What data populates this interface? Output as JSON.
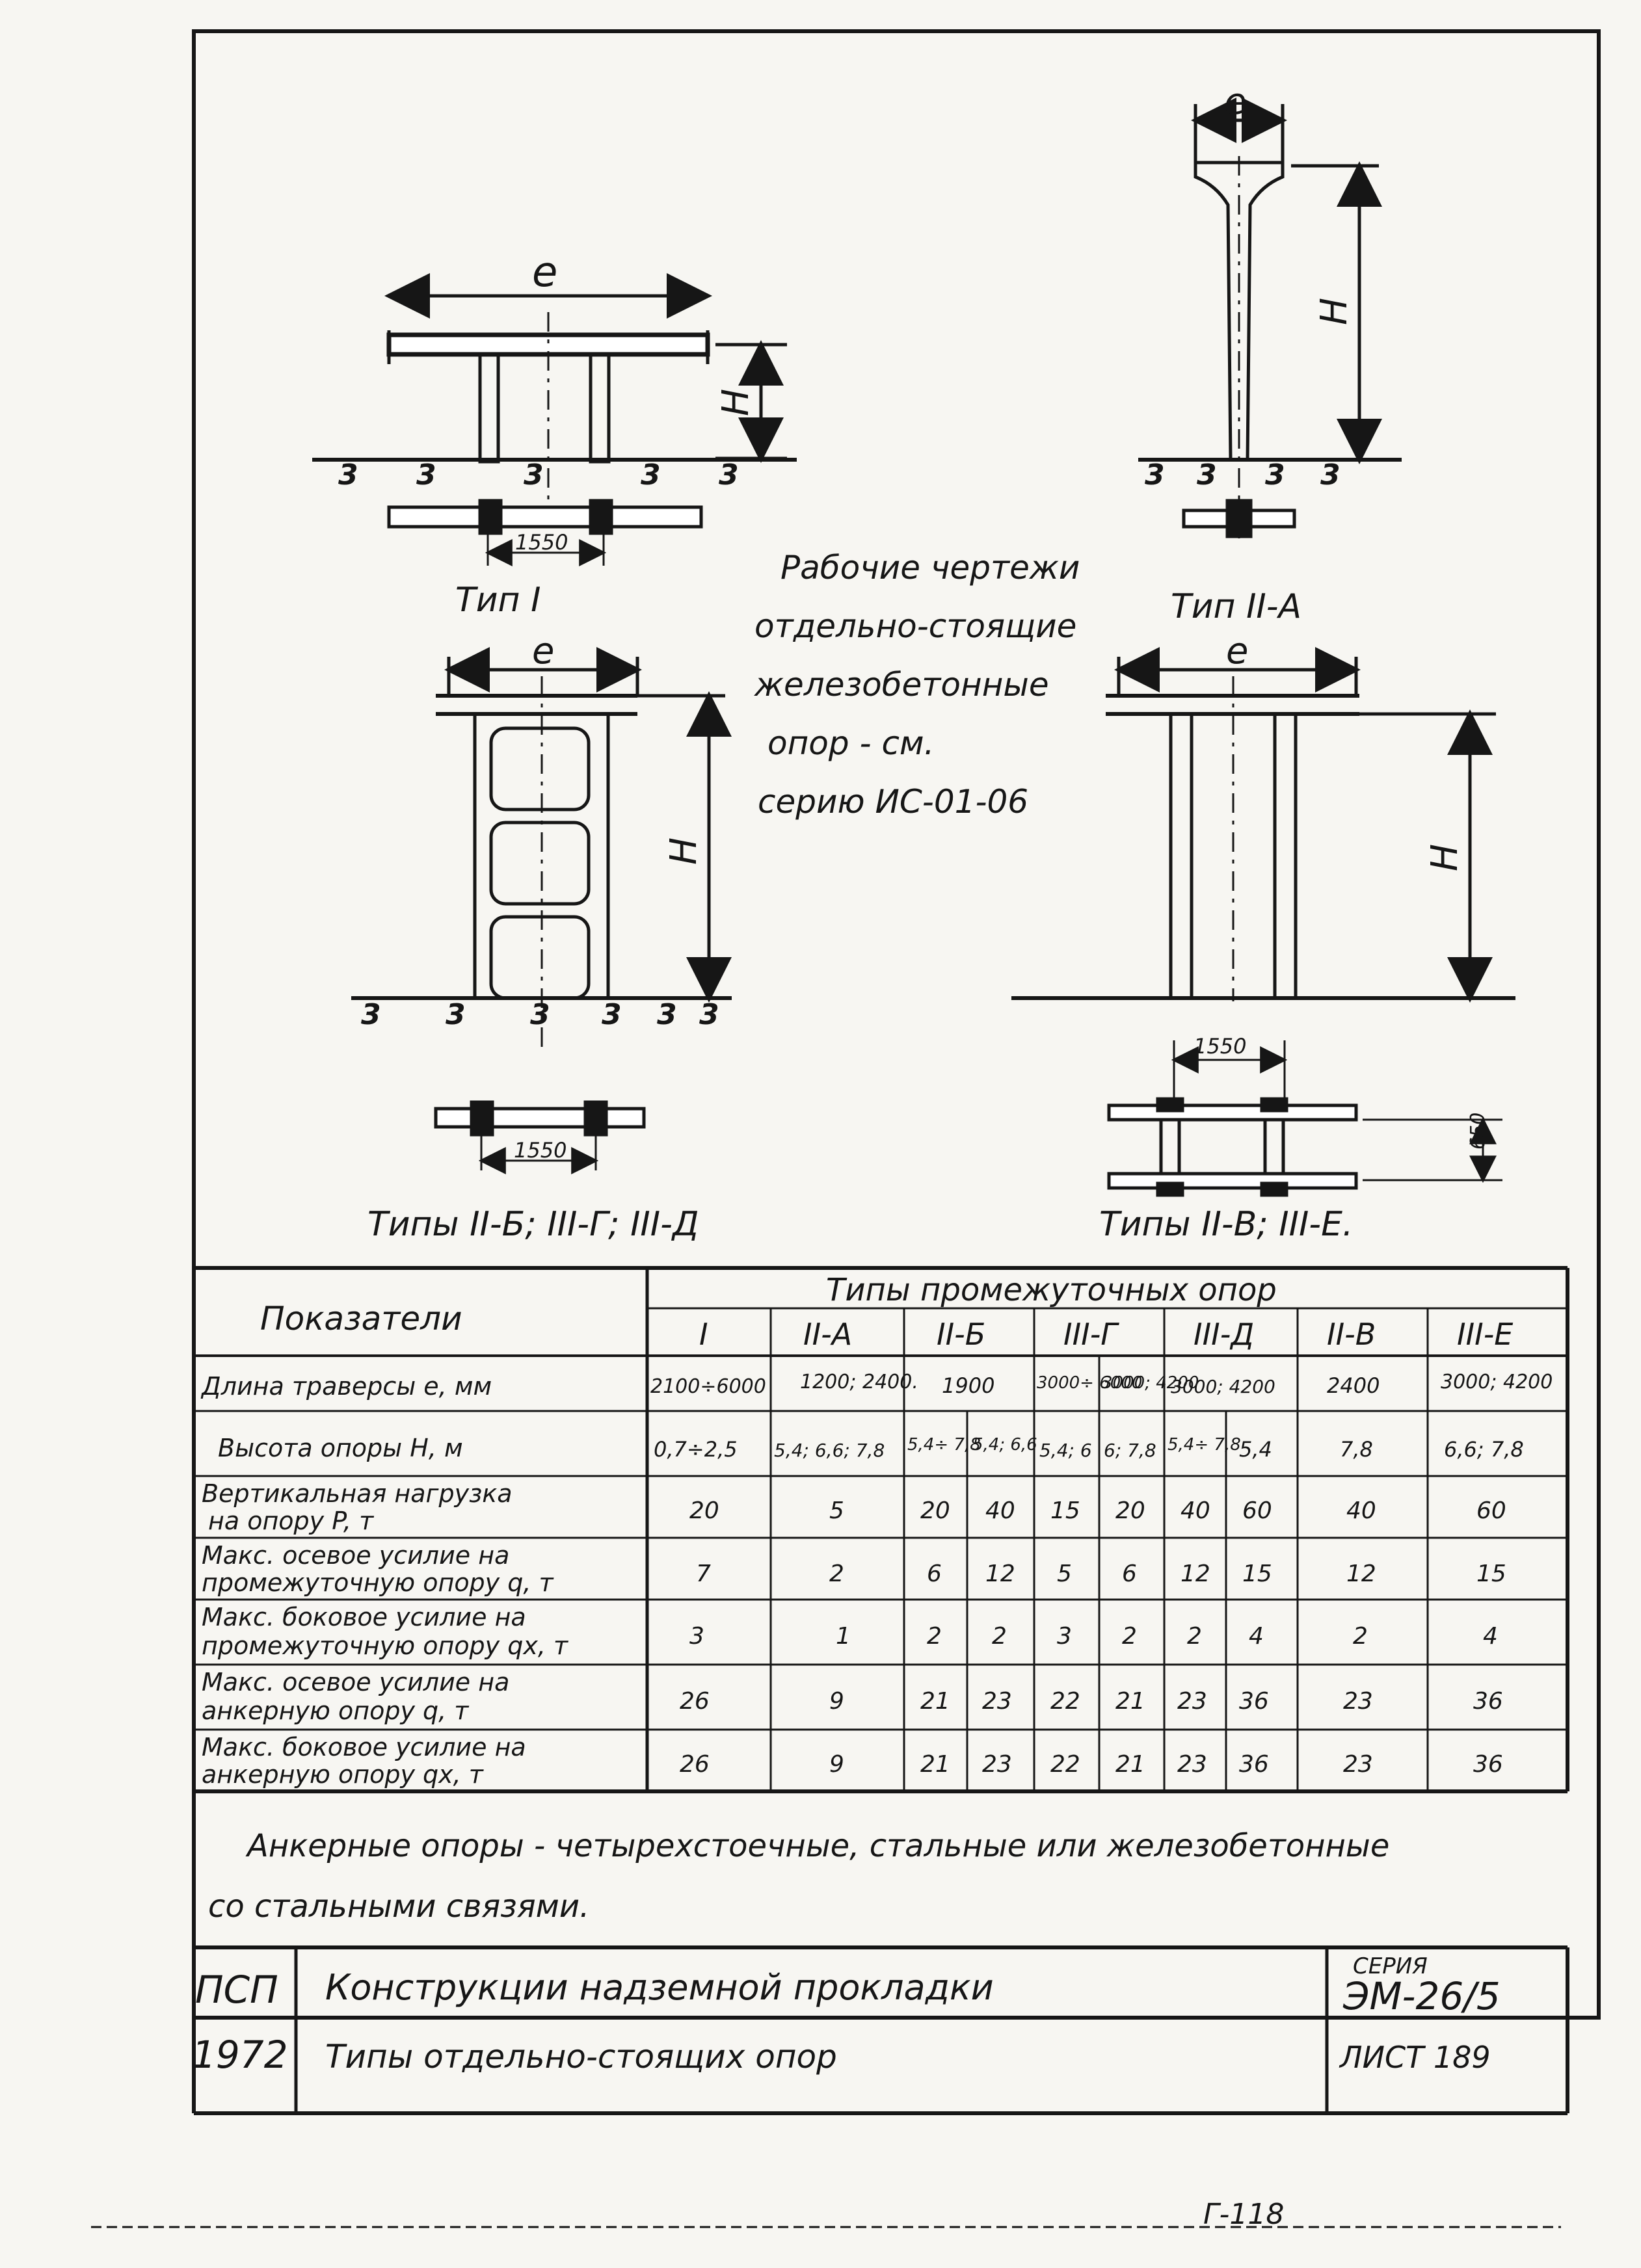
{
  "drawings": {
    "type_1": {
      "caption": "Тип I",
      "dim_width": "e",
      "dim_height": "H",
      "spacing": "1550",
      "ground_marks": [
        "3",
        "3",
        "3",
        "3",
        "3"
      ]
    },
    "type_2a": {
      "caption": "Тип II-А",
      "dim_width": "e",
      "dim_height": "H",
      "ground_marks": [
        "3",
        "3",
        "3",
        "3"
      ]
    },
    "type_2b": {
      "caption": "Типы II-Б; III-Г; III-Д",
      "dim_width": "e",
      "dim_height": "H",
      "spacing": "1550",
      "ground_marks": [
        "3",
        "3",
        "3",
        "3",
        "3",
        "3"
      ]
    },
    "type_2v": {
      "caption": "Типы II-В; III-Е.",
      "dim_width": "e",
      "dim_height": "H",
      "spacing": "1550",
      "depth": "650"
    }
  },
  "center_note": [
    "Рабочие чертежи",
    "отдельно-стоящие",
    "железобетонные",
    "опор - см.",
    "серию ИС-01-06"
  ],
  "table": {
    "header_left": "Показатели",
    "header_group": "Типы промежуточных опор",
    "type_headers": [
      "I",
      "II-А",
      "II-Б",
      "III-Г",
      "III-Д",
      "II-В",
      "III-Е"
    ],
    "rows": [
      {
        "label": [
          "Длина траверсы  e, мм"
        ],
        "cells": [
          "2100÷6000",
          "1200; 2400.",
          "1900",
          "3000÷ 6000",
          "3000; 4200",
          "3000; 4200",
          "2400",
          "3000; 4200"
        ]
      },
      {
        "label": [
          "Высота опоры    H, м"
        ],
        "cells": [
          "0,7÷2,5",
          "5,4; 6,6; 7,8",
          "5,4÷ 7,8",
          "5,4; 6,6",
          "5,4; 6",
          "6; 7,8",
          "5,4÷ 7,8",
          "5,4",
          "7,8",
          "6,6; 7,8"
        ]
      },
      {
        "label": [
          "Вертикальная нагрузка",
          "на опору          P, т"
        ],
        "cells": [
          "20",
          "5",
          "20",
          "40",
          "15",
          "20",
          "40",
          "60",
          "40",
          "60"
        ]
      },
      {
        "label": [
          "Макс. осевое усилие на",
          "промежуточную опору q, т"
        ],
        "cells": [
          "7",
          "2",
          "6",
          "12",
          "5",
          "6",
          "12",
          "15",
          "12",
          "15"
        ]
      },
      {
        "label": [
          "Макс. боковое усилие на",
          "промежуточную опору qx, т"
        ],
        "cells": [
          "3",
          "1",
          "2",
          "2",
          "3",
          "2",
          "2",
          "4",
          "2",
          "4"
        ]
      },
      {
        "label": [
          "Макс. осевое усилие на",
          "анкерную опору   q, т"
        ],
        "cells": [
          "26",
          "9",
          "21",
          "23",
          "22",
          "21",
          "23",
          "36",
          "23",
          "36"
        ]
      },
      {
        "label": [
          "Макс. боковое усилие на",
          "анкерную опору  qx, т"
        ],
        "cells": [
          "26",
          "9",
          "21",
          "23",
          "22",
          "21",
          "23",
          "36",
          "23",
          "36"
        ]
      }
    ]
  },
  "note": [
    "Анкерные опоры - четырехстоечные, стальные или железобетонные",
    "со стальными связями."
  ],
  "title_block": {
    "org": "ПСП",
    "year": "1972",
    "title1": "Конструкции надземной прокладки",
    "title2": "Типы отдельно-стоящих опор",
    "series_label": "СЕРИЯ",
    "series": "ЭМ-26/5",
    "sheet": "ЛИСТ 189"
  },
  "footer_mark": "Г-118"
}
